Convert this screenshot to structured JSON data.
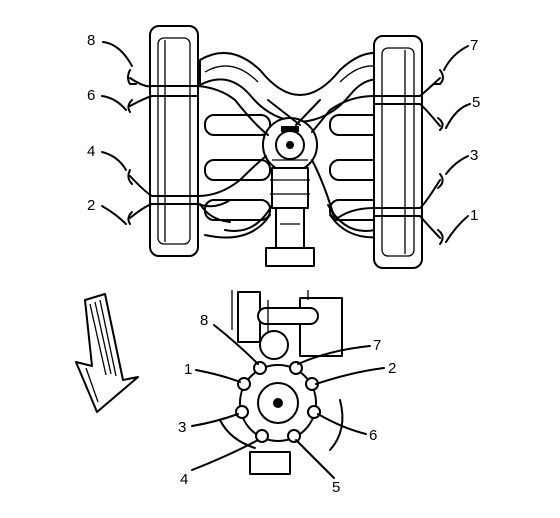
{
  "top_view": {
    "left_labels": [
      "8",
      "6",
      "4",
      "2"
    ],
    "right_labels": [
      "7",
      "5",
      "3",
      "1"
    ]
  },
  "front_view": {
    "labels": [
      "8",
      "7",
      "1",
      "2",
      "3",
      "6",
      "4",
      "5"
    ]
  }
}
